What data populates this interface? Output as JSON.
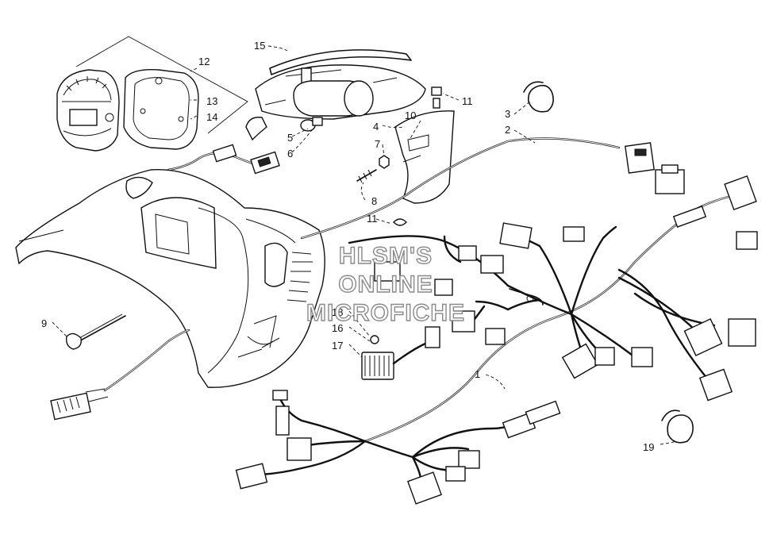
{
  "watermark": {
    "line1": "HLSM'S",
    "line2": "ONLINE",
    "line3": "MICROFICHE"
  },
  "callouts": {
    "c1": "1",
    "c2": "2",
    "c3": "3",
    "c4": "4",
    "c5": "5",
    "c6": "6",
    "c7": "7",
    "c8": "8",
    "c9": "9",
    "c10": "10",
    "c11a": "11",
    "c11b": "11",
    "c12": "12",
    "c13": "13",
    "c14": "14",
    "c15": "15",
    "c16": "16",
    "c17": "17",
    "c18": "18",
    "c19": "19"
  }
}
